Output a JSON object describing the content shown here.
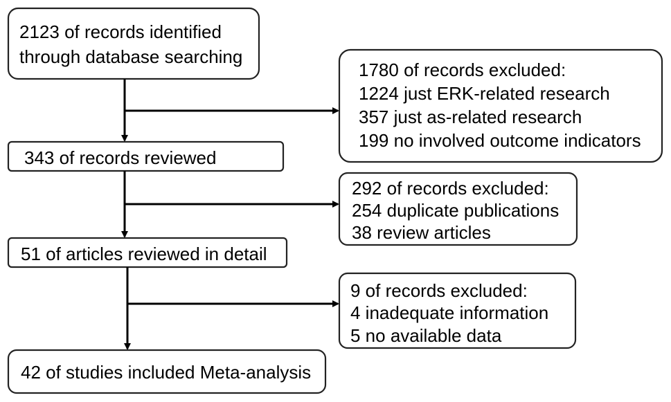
{
  "flowchart": {
    "identified": [
      "2123 of records identified",
      "through database searching"
    ],
    "excluded_1": [
      "1780 of records excluded:",
      "1224 just ERK-related research",
      "357 just as-related research",
      "199 no involved outcome indicators"
    ],
    "reviewed": "343 of records reviewed",
    "excluded_2": [
      "292 of records excluded:",
      "254 duplicate publications",
      "38 review articles"
    ],
    "detail": "51 of articles reviewed in detail",
    "excluded_3": [
      "9 of records excluded:",
      "4 inadequate information",
      "5 no available data"
    ],
    "included": "42 of studies included Meta-analysis"
  }
}
